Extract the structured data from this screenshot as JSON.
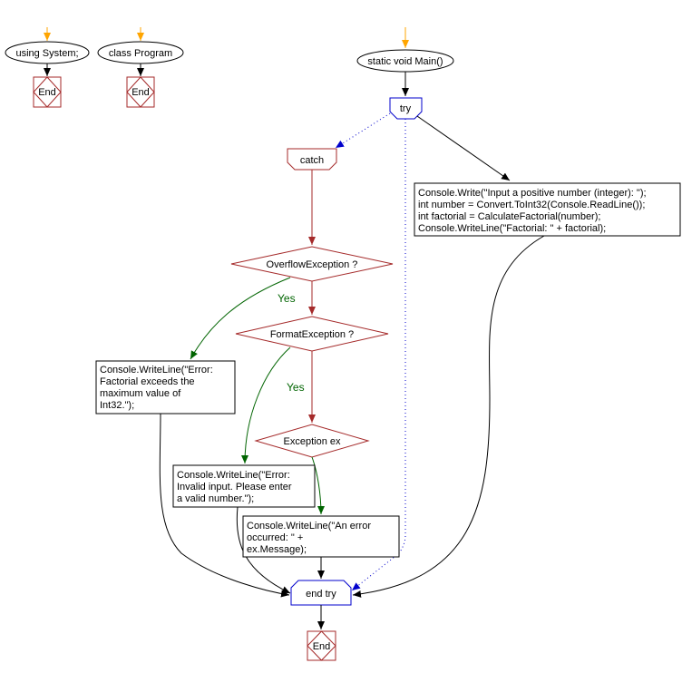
{
  "nodes": {
    "using_system": "using System;",
    "class_program": "class Program",
    "end_1": "End",
    "end_2": "End",
    "main": "static void Main()",
    "try": "try",
    "catch": "catch",
    "overflow": "OverflowException ?",
    "format": "FormatException ?",
    "exception": "Exception ex",
    "end_try": "end try",
    "end_final": "End",
    "try_body": [
      "Console.Write(\"Input a positive number (integer): \");",
      "int number = Convert.ToInt32(Console.ReadLine());",
      "int factorial = CalculateFactorial(number);",
      "Console.WriteLine(\"Factorial: \" + factorial);"
    ],
    "overflow_body": [
      "Console.WriteLine(\"Error:",
      "Factorial exceeds the",
      "maximum value of",
      "Int32.\");"
    ],
    "format_body": [
      "Console.WriteLine(\"Error:",
      "Invalid input. Please enter",
      "a valid number.\");"
    ],
    "exception_body": [
      "Console.WriteLine(\"An error",
      "occurred: \" +",
      "ex.Message);"
    ]
  },
  "edge_labels": {
    "yes_overflow": "Yes",
    "yes_format": "Yes"
  },
  "colors": {
    "start_arrow": "#ffa500",
    "condition_stroke": "#a52a2a",
    "try_stroke": "#0000cc",
    "yes_edge": "#006400"
  }
}
